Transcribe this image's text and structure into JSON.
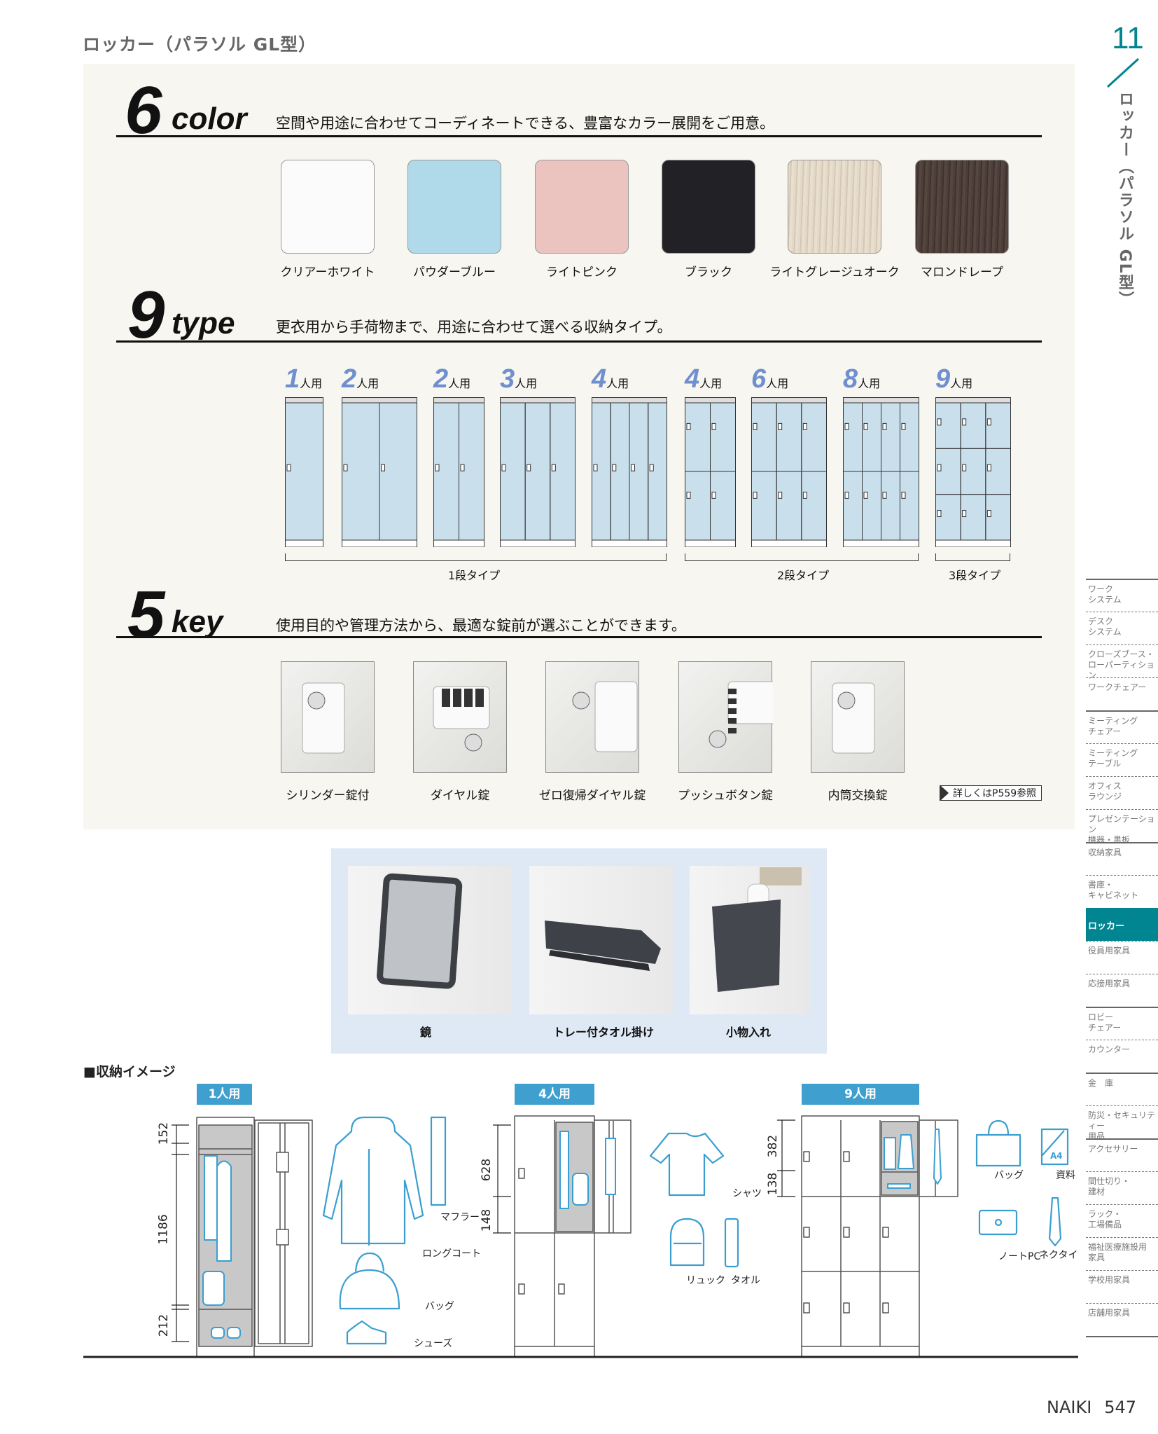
{
  "header": {
    "title": "ロッカー（パラソル GL型）"
  },
  "chapter": {
    "number": "11",
    "title": "ロッカー（パラソル GL型）"
  },
  "color_section": {
    "num": "6",
    "word": "color",
    "lead": "空間や用途に合わせてコーディネートできる、豊富なカラー展開をご用意。",
    "swatches": [
      {
        "label": "クリアーホワイト",
        "color": "#fbfbfb"
      },
      {
        "label": "パウダーブルー",
        "color": "#b0d9ea"
      },
      {
        "label": "ライトピンク",
        "color": "#ebc4c0"
      },
      {
        "label": "ブラック",
        "color": "#222226"
      },
      {
        "label": "ライトグレージュオーク",
        "color": "#e0d4c2"
      },
      {
        "label": "マロンドレープ",
        "color": "#4a3b36"
      }
    ]
  },
  "type_section": {
    "num": "9",
    "word": "type",
    "lead": "更衣用から手荷物まで、用途に合わせて選べる収納タイプ。",
    "unit": "人用",
    "lockers": [
      {
        "n": "1",
        "cols": 1,
        "rows": 1
      },
      {
        "n": "2",
        "cols": 2,
        "rows": 1
      },
      {
        "n": "2",
        "cols": 2,
        "rows": 1
      },
      {
        "n": "3",
        "cols": 3,
        "rows": 1
      },
      {
        "n": "4",
        "cols": 4,
        "rows": 1
      },
      {
        "n": "4",
        "cols": 2,
        "rows": 2
      },
      {
        "n": "6",
        "cols": 3,
        "rows": 2
      },
      {
        "n": "8",
        "cols": 4,
        "rows": 2
      },
      {
        "n": "9",
        "cols": 3,
        "rows": 3
      }
    ],
    "groups": [
      "1段タイプ",
      "2段タイプ",
      "3段タイプ"
    ]
  },
  "key_section": {
    "num": "5",
    "word": "key",
    "lead": "使用目的や管理方法から、最適な錠前が選ぶことができます。",
    "keys": [
      "シリンダー錠付",
      "ダイヤル錠",
      "ゼロ復帰ダイヤル錠",
      "プッシュボタン錠",
      "内筒交換錠"
    ],
    "ref": "詳しくはP559参照"
  },
  "accessories": [
    "鏡",
    "トレー付タオル掛け",
    "小物入れ"
  ],
  "storage": {
    "title": "■収納イメージ",
    "badges": [
      "1人用",
      "4人用",
      "9人用"
    ],
    "dims": {
      "one": [
        "152",
        "1186",
        "212"
      ],
      "four": [
        "628",
        "148"
      ],
      "nine": [
        "382",
        "138"
      ]
    },
    "items": [
      "マフラー",
      "ロングコート",
      "バッグ",
      "シューズ",
      "シャツ",
      "リュック",
      "タオル",
      "バッグ",
      "資料",
      "ノートPC",
      "ネクタイ"
    ],
    "a4": "A4"
  },
  "sidebar": [
    {
      "label": "ワーク\nシステム",
      "group": true
    },
    {
      "label": "デスク\nシステム"
    },
    {
      "label": "クローズブース・\nローパーティション"
    },
    {
      "label": "ワークチェアー"
    },
    {
      "label": "ミーティング\nチェアー",
      "group": true
    },
    {
      "label": "ミーティング\nテーブル"
    },
    {
      "label": "オフィス\nラウンジ"
    },
    {
      "label": "プレゼンテーション\n機器・黒板"
    },
    {
      "label": "収納家具",
      "group": true
    },
    {
      "label": "書庫・\nキャビネット"
    },
    {
      "label": "ロッカー",
      "active": true
    },
    {
      "label": "役員用家具"
    },
    {
      "label": "応接用家具"
    },
    {
      "label": "ロビー\nチェアー",
      "group": true
    },
    {
      "label": "カウンター"
    },
    {
      "label": "金　庫",
      "group": true
    },
    {
      "label": "防災・セキュリティー\n用品"
    },
    {
      "label": "アクセサリー",
      "group": true
    },
    {
      "label": "間仕切り・\n建材"
    },
    {
      "label": "ラック・\n工場備品"
    },
    {
      "label": "福祉医療施設用\n家具"
    },
    {
      "label": "学校用家具"
    },
    {
      "label": "店舗用家具"
    }
  ],
  "footer": {
    "brand": "NAIKI",
    "page": "547"
  }
}
